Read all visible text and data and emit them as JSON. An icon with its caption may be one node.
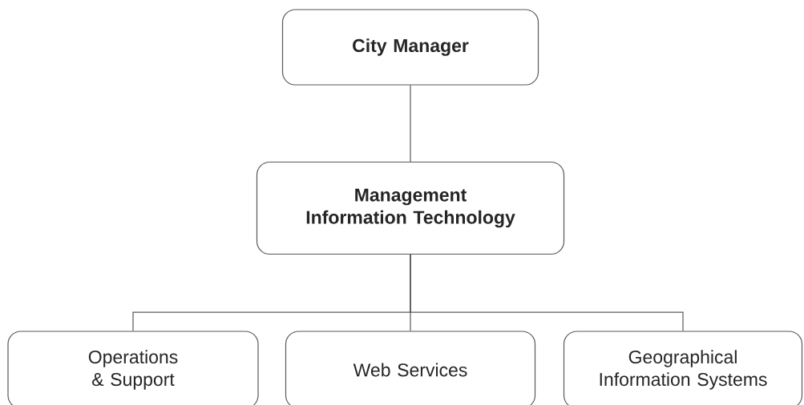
{
  "diagram": {
    "nodes": [
      {
        "text": [
          "City Manager"
        ]
      },
      {
        "text": [
          "Management Information Technology"
        ]
      },
      {
        "text": [
          "Operations & Support"
        ]
      },
      {
        "text": [
          "Web Services"
        ]
      },
      {
        "text": [
          "Geographical Information Systems"
        ]
      }
    ],
    "edges": [
      {
        "from": 0,
        "to": 1,
        "arrow": "none"
      },
      {
        "from": 1,
        "to": 2,
        "arrow": "none"
      },
      {
        "from": 1,
        "to": 3,
        "arrow": "none"
      },
      {
        "from": 1,
        "to": 4,
        "arrow": "none"
      }
    ]
  }
}
